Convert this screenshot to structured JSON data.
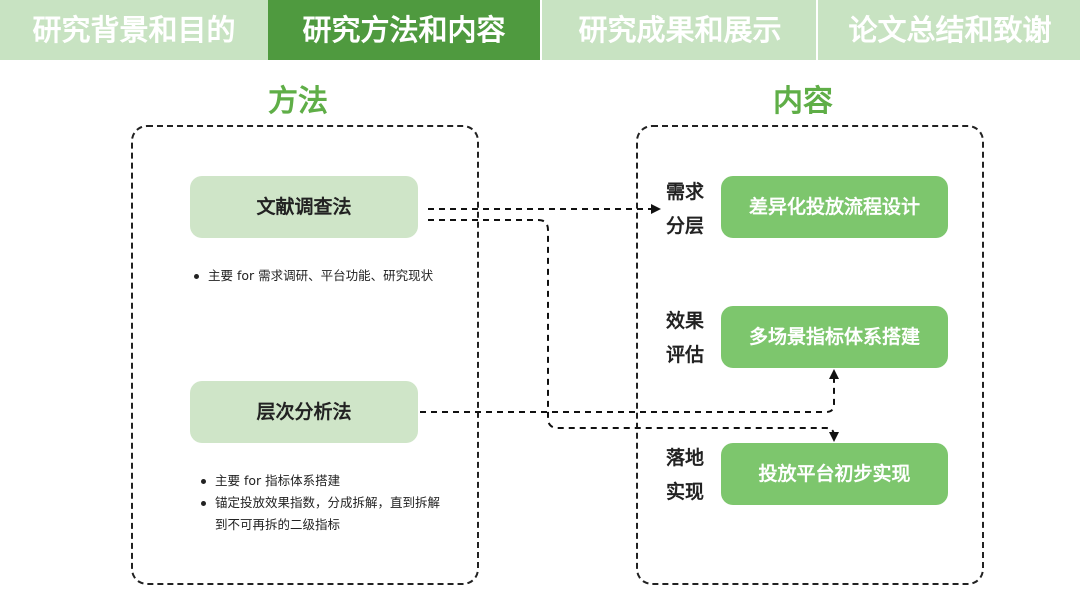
{
  "nav": {
    "tabs": [
      {
        "label": "研究背景和目的"
      },
      {
        "label": "研究方法和内容"
      },
      {
        "label": "研究成果和展示"
      },
      {
        "label": "论文总结和致谢"
      }
    ]
  },
  "methods": {
    "title": "方法",
    "items": [
      {
        "label": "文献调查法",
        "bullets": [
          "主要 for 需求调研、平台功能、研究现状"
        ]
      },
      {
        "label": "层次分析法",
        "bullets": [
          "主要 for 指标体系搭建",
          "锚定投放效果指数，分成拆解，直到拆解到不可再拆的二级指标"
        ]
      }
    ]
  },
  "content": {
    "title": "内容",
    "items": [
      {
        "side": "需求分层",
        "label": "差异化投放流程设计"
      },
      {
        "side": "效果评估",
        "label": "多场景指标体系搭建"
      },
      {
        "side": "落地实现",
        "label": "投放平台初步实现"
      }
    ]
  },
  "colors": {
    "active_tab": "#4f9a3f",
    "nav_bg": "#c8e3c2",
    "method_btn": "#cfe5c8",
    "content_btn": "#7dc66d",
    "heading": "#5fae47"
  }
}
